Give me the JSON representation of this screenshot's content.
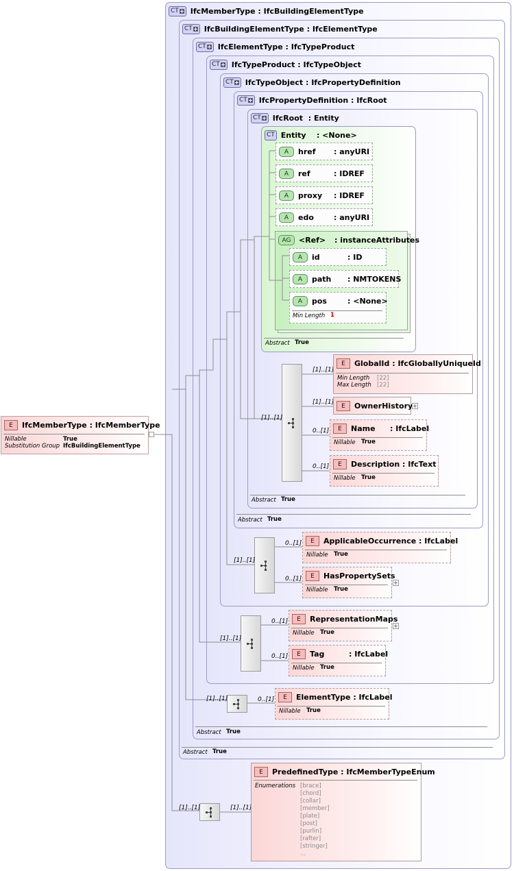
{
  "labels": {
    "nillable": "Nillable",
    "substitution_group": "Substitution Group",
    "abstract": "Abstract",
    "min_length": "Min Length",
    "max_length": "Max Length",
    "enumerations": "Enumerations"
  },
  "root_element": {
    "badge": "E",
    "name": "IfcMemberType",
    "type": ": IfcMemberType",
    "nillable": "True",
    "substitution_group": "IfcBuildingElementType"
  },
  "complex_types": [
    {
      "badge": "CT",
      "name": "IfcMemberType",
      "type": ": IfcBuildingElementType"
    },
    {
      "badge": "CT",
      "name": "IfcBuildingElementType",
      "type": ": IfcElementType",
      "abstract": "True"
    },
    {
      "badge": "CT",
      "name": "IfcElementType",
      "type": ": IfcTypeProduct",
      "abstract": "True"
    },
    {
      "badge": "CT",
      "name": "IfcTypeProduct",
      "type": ": IfcTypeObject"
    },
    {
      "badge": "CT",
      "name": "IfcTypeObject",
      "type": ": IfcPropertyDefinition"
    },
    {
      "badge": "CT",
      "name": "IfcPropertyDefinition",
      "type": ": IfcRoot",
      "abstract": "True"
    },
    {
      "badge": "CT",
      "name": "IfcRoot",
      "type": ": Entity",
      "abstract": "True"
    },
    {
      "badge": "CT",
      "name": "Entity",
      "type": ": <None>",
      "abstract": "True"
    }
  ],
  "attributes": [
    {
      "badge": "A",
      "name": "href",
      "type": ": anyURI"
    },
    {
      "badge": "A",
      "name": "ref",
      "type": ": IDREF"
    },
    {
      "badge": "A",
      "name": "proxy",
      "type": ": IDREF"
    },
    {
      "badge": "A",
      "name": "edo",
      "type": ": anyURI"
    }
  ],
  "attribute_group": {
    "badge": "AG",
    "name": "<Ref>",
    "type": ": instanceAttributes",
    "items": [
      {
        "badge": "A",
        "name": "id",
        "type": ": ID"
      },
      {
        "badge": "A",
        "name": "path",
        "type": ": NMTOKENS"
      },
      {
        "badge": "A",
        "name": "pos",
        "type": ": <None>",
        "min_length": "1"
      }
    ]
  },
  "elements": [
    {
      "badge": "E",
      "name": "GlobalId",
      "type": ": IfcGloballyUniqueId",
      "card": "[1]..[1]",
      "min_length": "[22]",
      "max_length": "[22]"
    },
    {
      "badge": "E",
      "name": "OwnerHistory",
      "type": "",
      "card": "[1]..[1]"
    },
    {
      "badge": "E",
      "name": "Name",
      "type": ": IfcLabel",
      "card": "0..[1]",
      "nillable": "True"
    },
    {
      "badge": "E",
      "name": "Description",
      "type": ": IfcText",
      "card": "0..[1]",
      "nillable": "True"
    },
    {
      "badge": "E",
      "name": "ApplicableOccurrence",
      "type": ": IfcLabel",
      "card": "0..[1]",
      "nillable": "True"
    },
    {
      "badge": "E",
      "name": "HasPropertySets",
      "type": "",
      "card": "0..[1]",
      "nillable": "True"
    },
    {
      "badge": "E",
      "name": "RepresentationMaps",
      "type": "",
      "card": "0..[1]",
      "nillable": "True"
    },
    {
      "badge": "E",
      "name": "Tag",
      "type": ": IfcLabel",
      "card": "0..[1]",
      "nillable": "True"
    },
    {
      "badge": "E",
      "name": "ElementType",
      "type": ": IfcLabel",
      "card": "0..[1]",
      "nillable": "True"
    },
    {
      "badge": "E",
      "name": "PredefinedType",
      "type": ": IfcMemberTypeEnum",
      "card": "[1]..[1]"
    }
  ],
  "sequence_cards": [
    "[1]..[1]",
    "[1]..[1]",
    "[1]..[1]",
    "[1]..[1]",
    "[1]..[1]"
  ],
  "enumerations": [
    "[brace]",
    "[chord]",
    "[collar]",
    "[member]",
    "[plate]",
    "[post]",
    "[purlin]",
    "[rafter]",
    "[stringer]",
    "..."
  ],
  "colors": {
    "complex_type": "#e6e6fb",
    "element": "#fbd7d7",
    "attribute": "#b6e6b0",
    "entity_bg": "#dcf7d6"
  }
}
